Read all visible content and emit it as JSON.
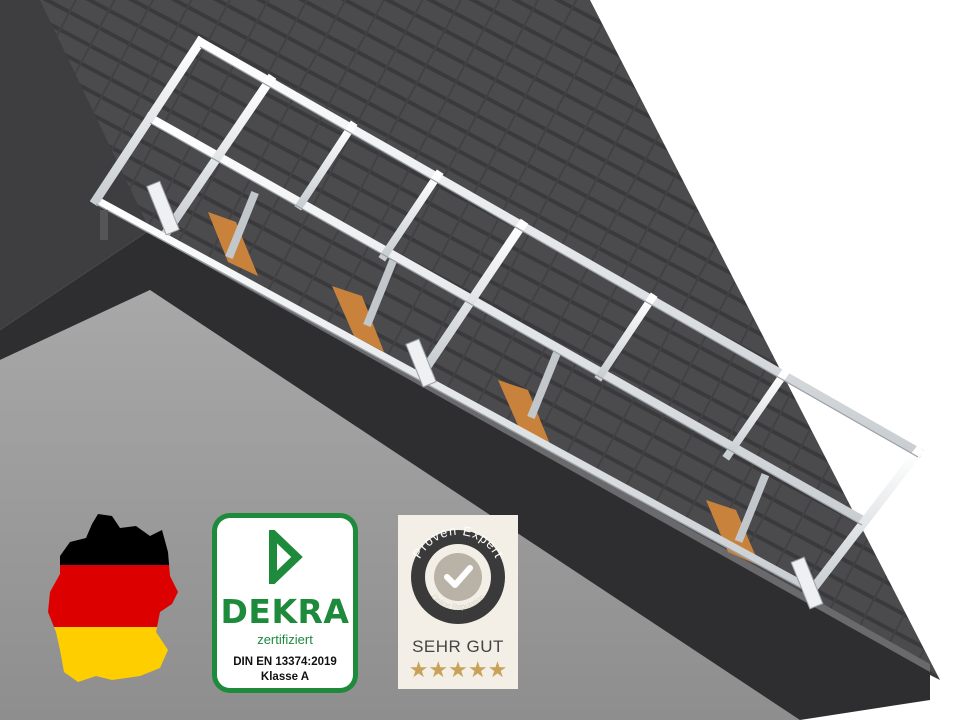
{
  "badges": {
    "dekra": {
      "brand": "DEKRA",
      "subtitle": "zertifiziert",
      "norm": "DIN EN 13374:2019",
      "class": "Klasse A",
      "color": "#1d8a3c"
    },
    "proven_expert": {
      "ring_text": "Proven Expert",
      "ring_subtext": "Online Reputation",
      "rating": "SEHR GUT",
      "stars": "★★★★★",
      "star_color": "#c9a25a"
    }
  },
  "colors": {
    "roof": "#4a4a4c",
    "wall": "#9a9a9a",
    "rail": "#e9ecee",
    "flag_black": "#000000",
    "flag_red": "#dd0000",
    "flag_gold": "#ffce00"
  }
}
